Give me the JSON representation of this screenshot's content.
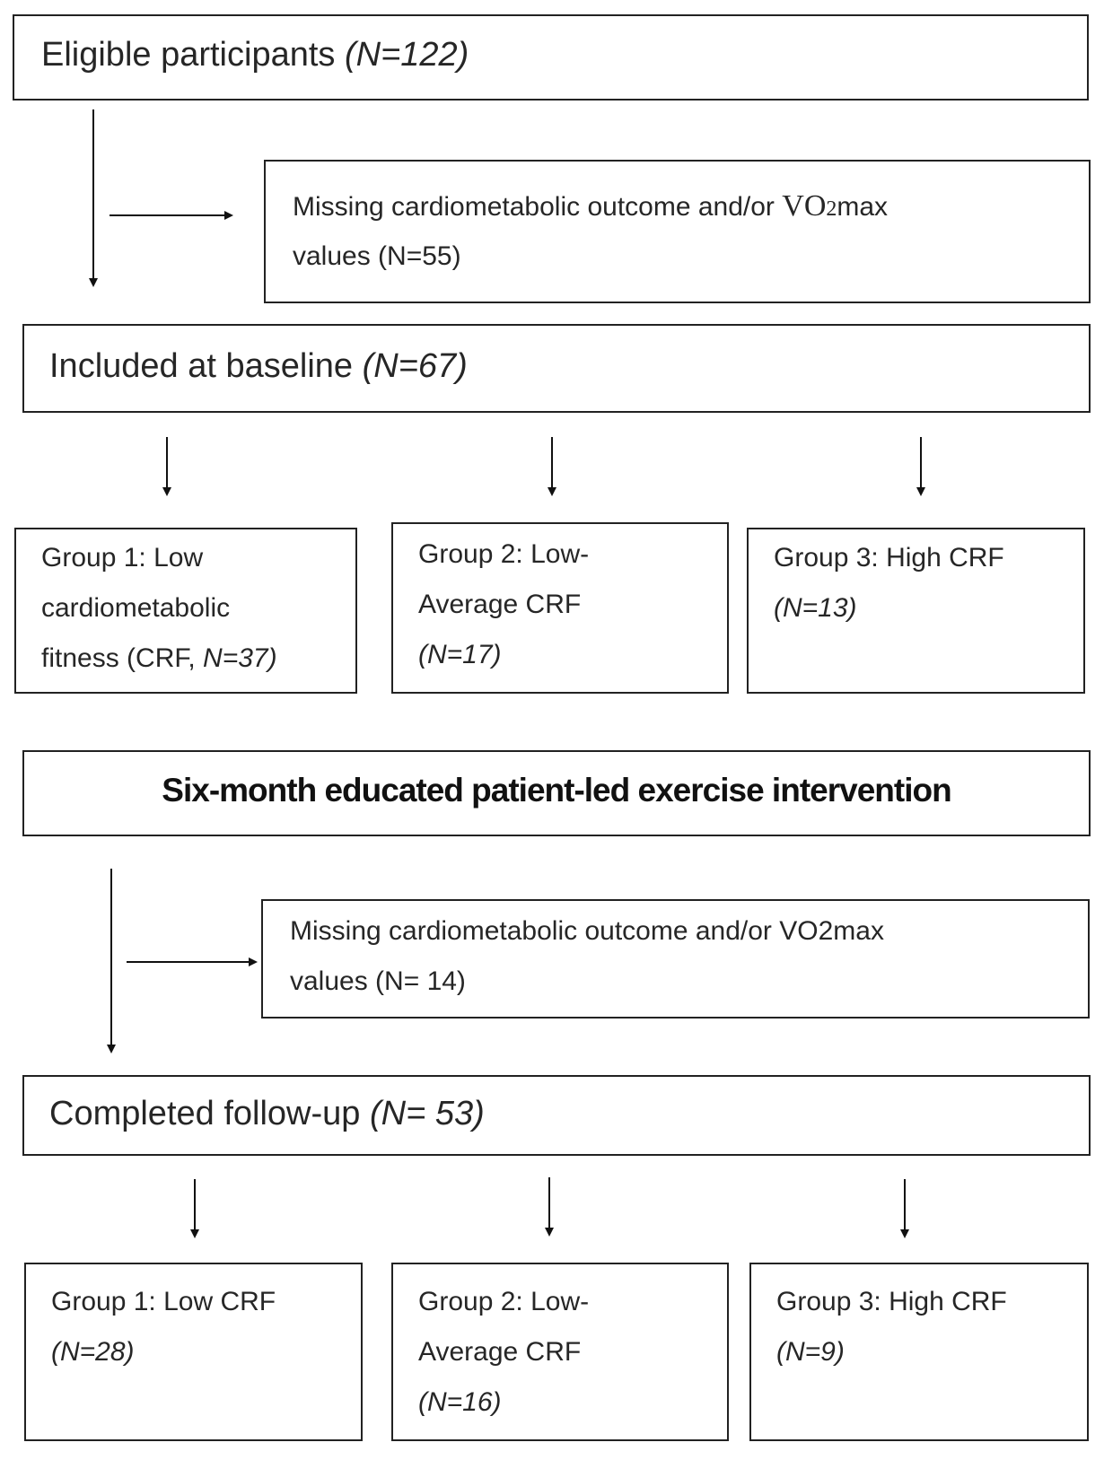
{
  "eligible": {
    "label": "Eligible participants",
    "n": "(N=122)"
  },
  "excluded_baseline": {
    "line1_pre": "Missing cardiometabolic outcome and/or ",
    "vo2_v": "VO",
    "vo2_sub": "2",
    "vo2_post": "max",
    "line2": "values (N=55)"
  },
  "baseline": {
    "label": "Included at baseline",
    "n": "(N=67)"
  },
  "baseline_groups": [
    {
      "line1": "Group 1: Low",
      "line2": "cardiometabolic",
      "line3_pre": "fitness (CRF, ",
      "line3_n": "N=37)"
    },
    {
      "line1": "Group 2: Low-",
      "line2": "Average CRF",
      "line3_n": "(N=17)"
    },
    {
      "line1": "Group 3: High CRF",
      "line2_n": "(N=13)"
    }
  ],
  "intervention": {
    "label": "Six-month educated patient-led exercise intervention"
  },
  "excluded_followup": {
    "line1": "Missing cardiometabolic outcome and/or VO2max",
    "line2": "values (N= 14)"
  },
  "followup": {
    "label": "Completed follow-up",
    "n": "(N= 53)"
  },
  "followup_groups": [
    {
      "line1": "Group 1: Low CRF",
      "line2_n": "(N=28)"
    },
    {
      "line1": "Group 2: Low-",
      "line2": "Average CRF",
      "line3_n": "(N=16)"
    },
    {
      "line1": "Group 3: High CRF",
      "line2_n": "(N=9)"
    }
  ]
}
